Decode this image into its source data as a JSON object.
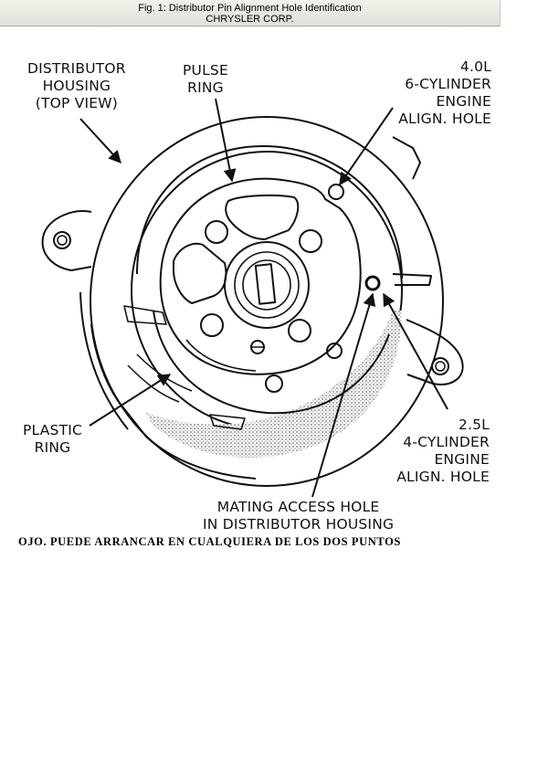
{
  "header": {
    "title": "Fig. 1: Distributor Pin Alignment Hole Identification",
    "subtitle": "CHRYSLER CORP."
  },
  "labels": {
    "housing": [
      "DISTRIBUTOR",
      "HOUSING",
      "(TOP VIEW)"
    ],
    "pulse_ring": [
      "PULSE",
      "RING"
    ],
    "six_cyl": [
      "4.0L",
      "6-CYLINDER",
      "ENGINE",
      "ALIGN. HOLE"
    ],
    "plastic_ring": [
      "PLASTIC",
      "RING"
    ],
    "four_cyl": [
      "2.5L",
      "4-CYLINDER",
      "ENGINE",
      "ALIGN. HOLE"
    ],
    "mating_hole": [
      "MATING ACCESS HOLE",
      "IN DISTRIBUTOR HOUSING"
    ]
  },
  "note": "OJO. PUEDE ARRANCAR EN CUALQUIERA DE LOS DOS PUNTOS",
  "colors": {
    "line": "#111111",
    "shade": "#9a9a9a",
    "titlebar": "#e9e8e2"
  }
}
